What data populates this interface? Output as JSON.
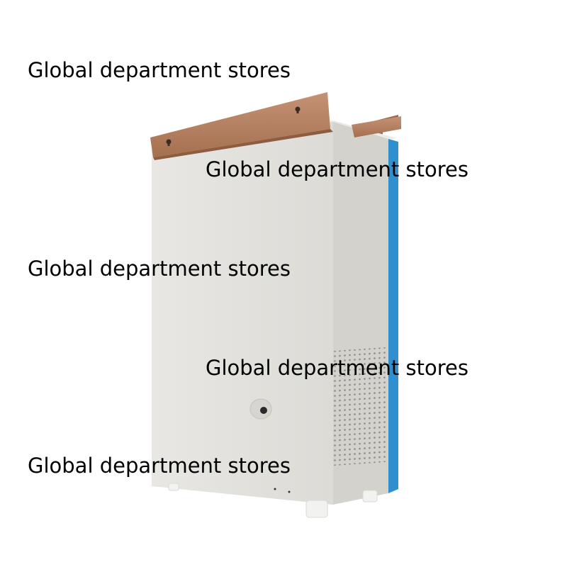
{
  "watermarks": [
    "Global department stores",
    "Global department stores",
    "Global department stores",
    "Global department stores",
    "Global department stores"
  ],
  "colors": {
    "background": "#ffffff",
    "cabinet_front": "#e4e3df",
    "cabinet_side": "#d7d6d1",
    "side_stripe": "#2f8fcf",
    "mounting_bracket": "#b98262",
    "feet": "#f2f2f0",
    "vent_holes": "#8a8a86"
  },
  "icons": [
    "wall-cabinet-photo"
  ]
}
